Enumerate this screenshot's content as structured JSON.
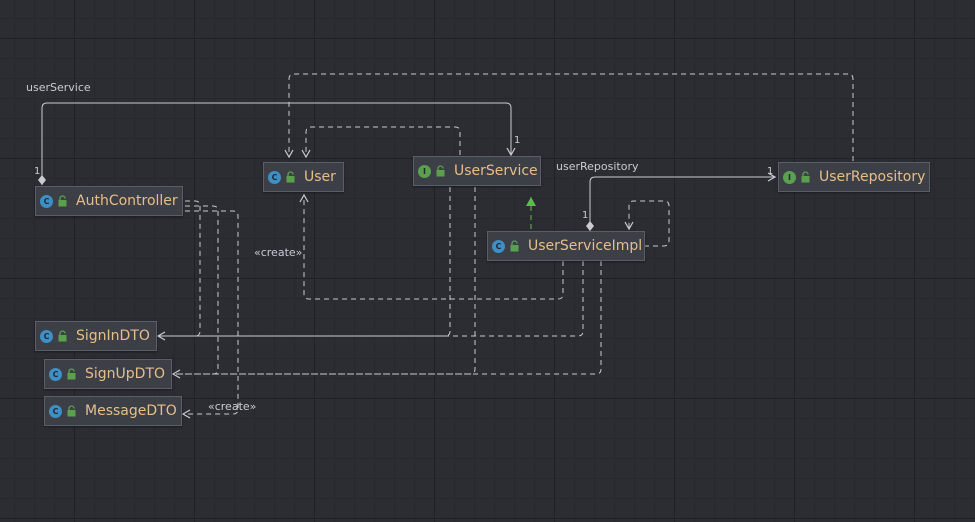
{
  "nodes": {
    "auth_controller": {
      "label": "AuthController",
      "kind": "class"
    },
    "user": {
      "label": "User",
      "kind": "class"
    },
    "user_service": {
      "label": "UserService",
      "kind": "interface"
    },
    "user_repository": {
      "label": "UserRepository",
      "kind": "interface"
    },
    "user_service_impl": {
      "label": "UserServiceImpl",
      "kind": "class"
    },
    "sign_in_dto": {
      "label": "SignInDTO",
      "kind": "class"
    },
    "sign_up_dto": {
      "label": "SignUpDTO",
      "kind": "class"
    },
    "message_dto": {
      "label": "MessageDTO",
      "kind": "class"
    }
  },
  "kind_glyphs": {
    "class": "C",
    "interface": "I"
  },
  "edge_labels": {
    "user_service_assoc": "userService",
    "user_repository_assoc": "userRepository",
    "create_user": "«create»",
    "create_message": "«create»"
  },
  "multiplicities": {
    "auth_side": "1",
    "user_service_side": "1",
    "impl_side": "1",
    "repository_side": "1"
  },
  "colors": {
    "background": "#2b2d33",
    "node_fill": "#3c3f46",
    "node_text": "#e6be8a",
    "edge": "#c9ccd1",
    "realization": "#5fba46",
    "class_icon": "#3e8fc6",
    "interface_icon": "#5aa04f"
  }
}
